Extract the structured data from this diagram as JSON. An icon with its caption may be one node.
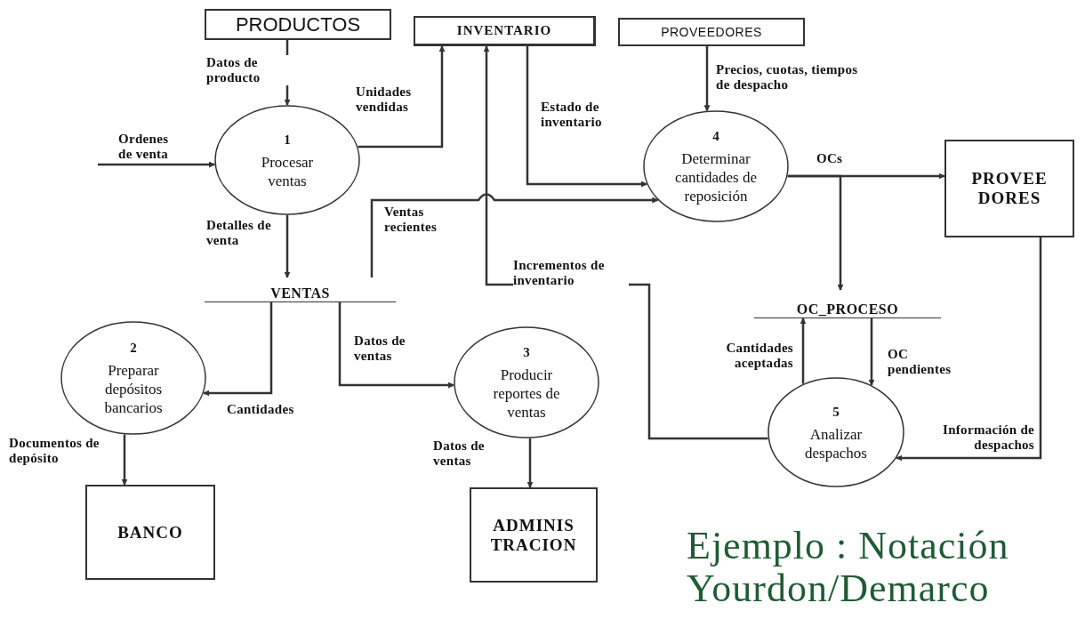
{
  "diagram": {
    "caption": "Ejemplo : Notación Yourdon/Demarco",
    "nodes": [
      {
        "text": [
          "PRODUCTOS"
        ]
      },
      {
        "text": [
          "INVENTARIO"
        ]
      },
      {
        "text": [
          "PROVEEDORES"
        ]
      },
      {
        "text": [
          "1",
          "Procesar ventas"
        ]
      },
      {
        "text": [
          "4",
          "Determinar cantidades de reposición"
        ]
      },
      {
        "text": [
          "PROVEE DORES"
        ]
      },
      {
        "text": [
          "VENTAS"
        ]
      },
      {
        "text": [
          "2",
          "Preparar depósitos bancarios"
        ]
      },
      {
        "text": [
          "3",
          "Producir reportes de ventas"
        ]
      },
      {
        "text": [
          "OC_PROCESO"
        ]
      },
      {
        "text": [
          "5",
          "Analizar despachos"
        ]
      },
      {
        "text": [
          "BANCO"
        ]
      },
      {
        "text": [
          "ADMINIS TRACION"
        ]
      }
    ],
    "edges": [
      {
        "from": null,
        "to": 3,
        "arrow": "to",
        "label": "Ordenes de venta"
      },
      {
        "from": 0,
        "to": 3,
        "arrow": "to",
        "label": "Datos de producto"
      },
      {
        "from": 3,
        "to": 1,
        "arrow": "to",
        "label": "Unidades vendidas"
      },
      {
        "from": 1,
        "to": 4,
        "arrow": "to",
        "label": "Estado de inventario"
      },
      {
        "from": 6,
        "to": 4,
        "arrow": "to",
        "label": "Ventas recientes"
      },
      {
        "from": 10,
        "to": 1,
        "arrow": "to",
        "label": "Incrementos de inventario"
      },
      {
        "from": 3,
        "to": 6,
        "arrow": "to",
        "label": "Detalles de venta"
      },
      {
        "from": 6,
        "to": 7,
        "arrow": "to",
        "label": "Cantidades"
      },
      {
        "from": 6,
        "to": 8,
        "arrow": "to",
        "label": "Datos de ventas"
      },
      {
        "from": 2,
        "to": 4,
        "arrow": "to",
        "label": "Precios, cuotas, tiempos de despacho"
      },
      {
        "from": 4,
        "to": 5,
        "arrow": "to",
        "label": "OCs"
      },
      {
        "from": 4,
        "to": 9,
        "arrow": "to"
      },
      {
        "from": 10,
        "to": 9,
        "arrow": "to",
        "label": "Cantidades aceptadas"
      },
      {
        "from": 9,
        "to": 10,
        "arrow": "to",
        "label": "OC pendientes"
      },
      {
        "from": 5,
        "to": 10,
        "arrow": "to",
        "label": "Información de despachos"
      },
      {
        "from": 7,
        "to": 11,
        "arrow": "to",
        "label": "Documentos de depósito"
      },
      {
        "from": 8,
        "to": 12,
        "arrow": "to",
        "label": "Datos de ventas"
      }
    ]
  }
}
